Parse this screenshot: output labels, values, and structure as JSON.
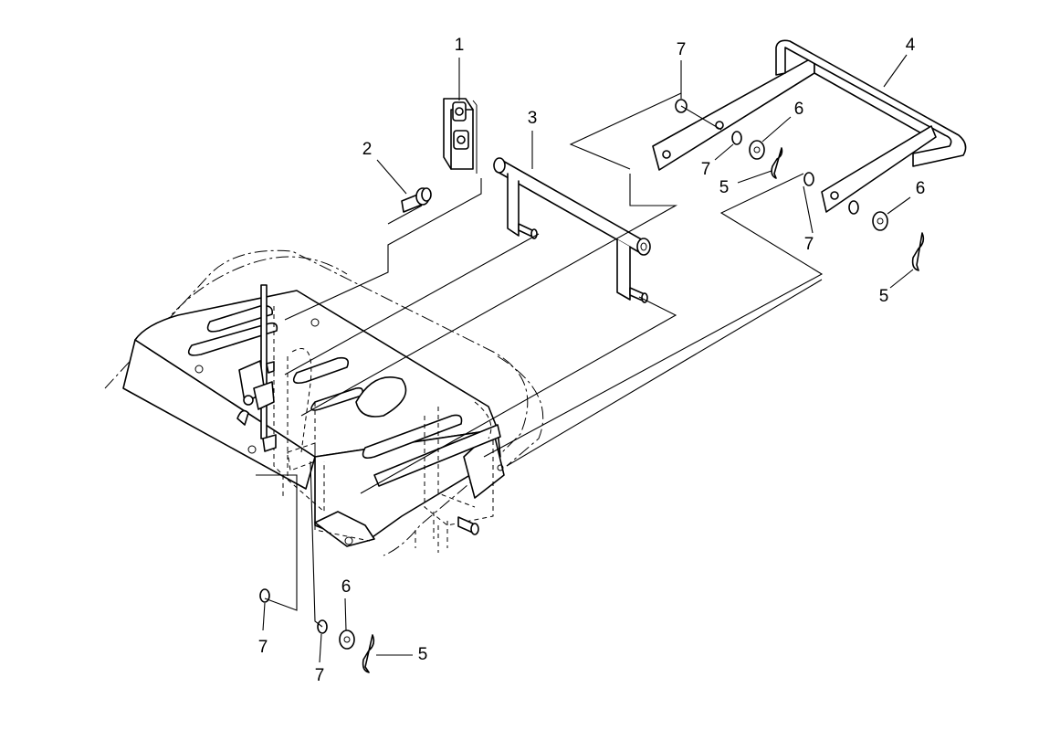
{
  "callouts": [
    {
      "id": "c1",
      "text": "1"
    },
    {
      "id": "c2",
      "text": "2"
    },
    {
      "id": "c3",
      "text": "3"
    },
    {
      "id": "c4",
      "text": "4"
    },
    {
      "id": "c5a",
      "text": "5"
    },
    {
      "id": "c5b",
      "text": "5"
    },
    {
      "id": "c5c",
      "text": "5"
    },
    {
      "id": "c6a",
      "text": "6"
    },
    {
      "id": "c6b",
      "text": "6"
    },
    {
      "id": "c6c",
      "text": "6"
    },
    {
      "id": "c7a",
      "text": "7"
    },
    {
      "id": "c7b",
      "text": "7"
    },
    {
      "id": "c7c",
      "text": "7"
    },
    {
      "id": "c7d",
      "text": "7"
    },
    {
      "id": "c7e",
      "text": "7"
    }
  ],
  "colors": {
    "ink": "#000000",
    "paper": "#ffffff"
  }
}
